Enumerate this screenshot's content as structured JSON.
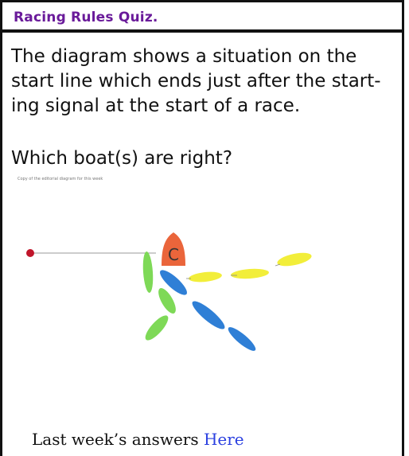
{
  "header": {
    "title": "Racing Rules Quiz."
  },
  "question": {
    "text": "The diagram shows a situation on the start line which ends just after the start-ing signal at the start of a race.",
    "prompt": "Which boat(s) are right?"
  },
  "diagram": {
    "caption": "Copy of the editorial diagram for this week",
    "committee_boat_label": "C",
    "colors": {
      "pin": "#c0152a",
      "committee": "#e8582a",
      "green": "#7ed957",
      "blue": "#2f7fd6",
      "yellow": "#f2ee3a"
    }
  },
  "footer": {
    "text": "Last week’s answers",
    "link": "Here"
  }
}
